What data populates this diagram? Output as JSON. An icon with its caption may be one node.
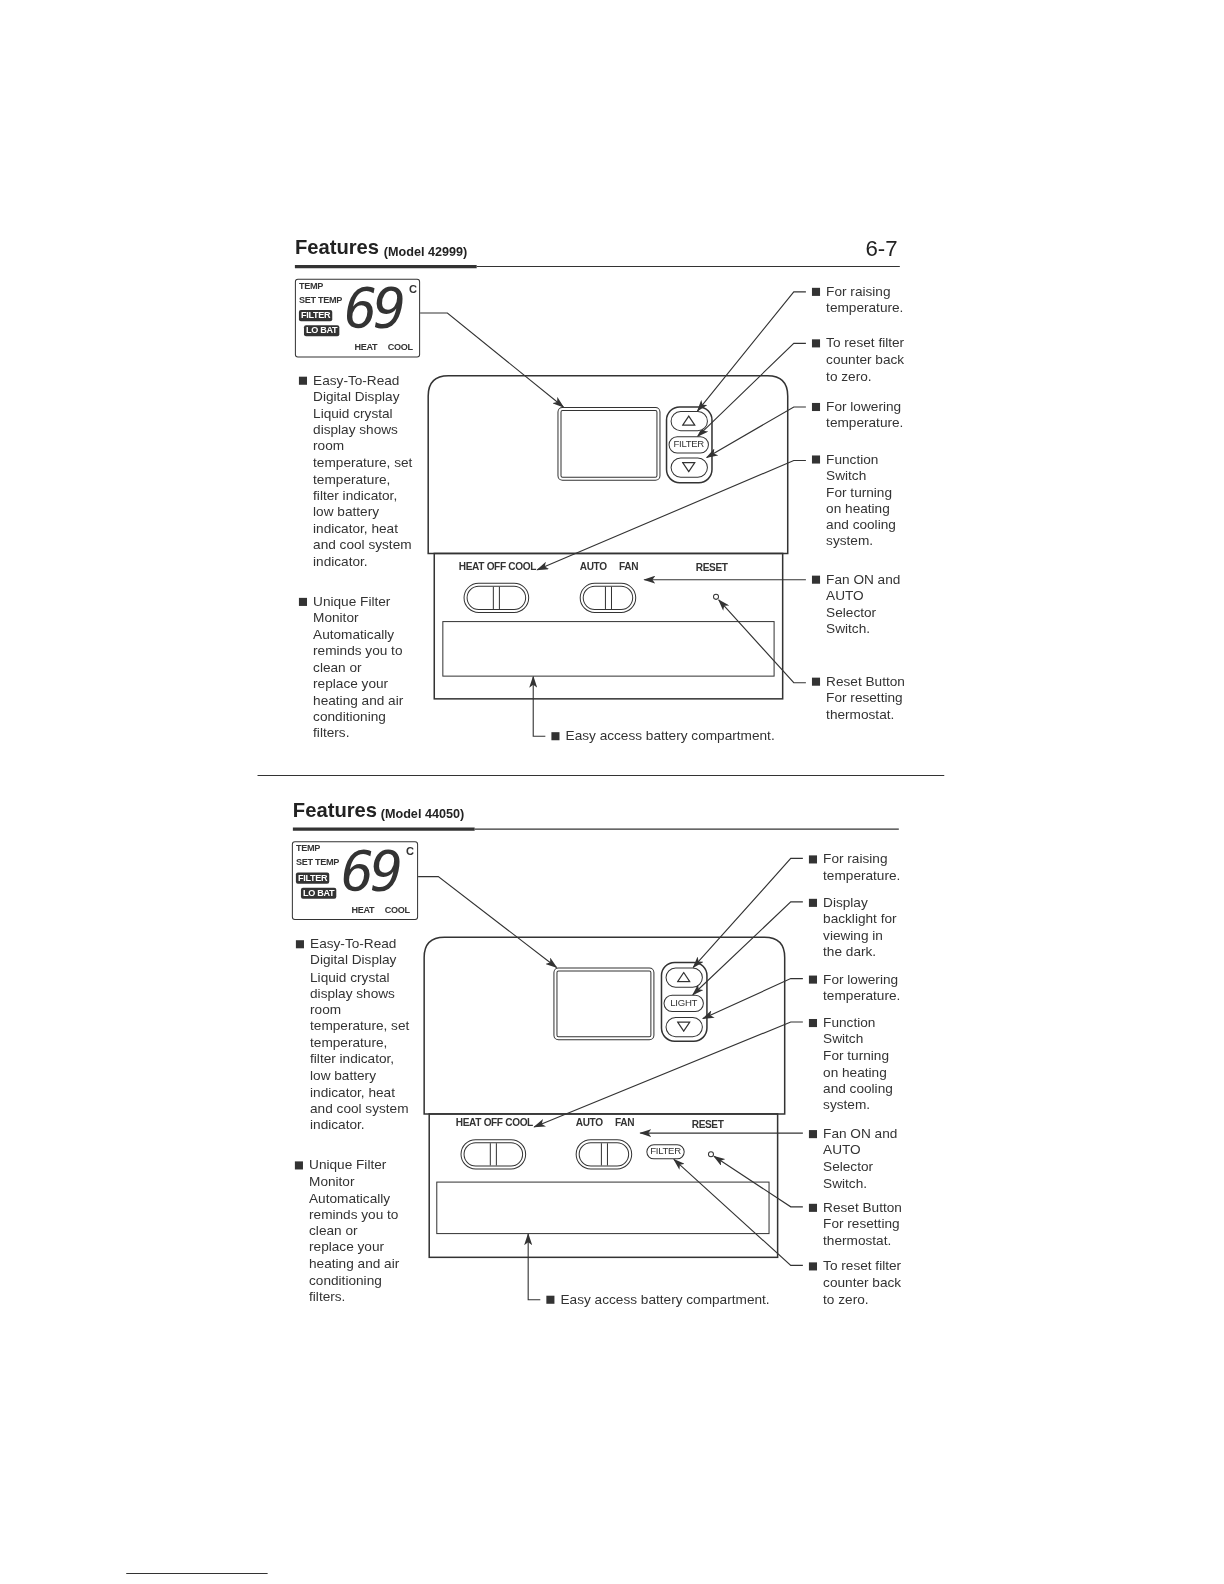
{
  "diagram": {
    "nodes": [
      {
        "text": [
          "TEMP",
          "SET TEMP",
          "FILTER",
          "LO BAT",
          "69",
          "C",
          "HEAT",
          "COOL"
        ]
      },
      {
        "text": [],
        "shape": "box"
      },
      {
        "text": [],
        "shape": "box"
      },
      {
        "text": [
          "FILTER"
        ]
      },
      {
        "text": [],
        "shape": "box"
      },
      {
        "text": [
          "HEAT",
          "OFF",
          "COOL"
        ]
      },
      {
        "text": [
          "AUTO",
          "FAN"
        ]
      },
      {
        "text": [],
        "shape": "circle"
      },
      {
        "text": [],
        "shape": "box"
      },
      {
        "text": [
          "For raising temperature."
        ]
      },
      {
        "text": [
          "To reset filter counter back to zero."
        ]
      },
      {
        "text": [
          "For lowering temperature."
        ]
      },
      {
        "text": [
          "Function Switch",
          "For turning on heating and cooling system."
        ]
      },
      {
        "text": [
          "Fan ON and AUTO Selector Switch."
        ]
      },
      {
        "text": [
          "Reset Button",
          "For resetting thermostat."
        ]
      },
      {
        "text": [
          "Easy access battery compartment."
        ]
      },
      {
        "text": [
          "TEMP",
          "SET TEMP",
          "FILTER",
          "LO BAT",
          "69",
          "C",
          "HEAT",
          "COOL"
        ]
      },
      {
        "text": [],
        "shape": "box"
      },
      {
        "text": [],
        "shape": "box"
      },
      {
        "text": [
          "LIGHT"
        ]
      },
      {
        "text": [],
        "shape": "box"
      },
      {
        "text": [
          "HEAT",
          "OFF",
          "COOL"
        ]
      },
      {
        "text": [
          "AUTO",
          "FAN"
        ]
      },
      {
        "text": [
          "FILTER"
        ]
      },
      {
        "text": [],
        "shape": "circle"
      },
      {
        "text": [],
        "shape": "box"
      },
      {
        "text": [
          "For raising temperature."
        ]
      },
      {
        "text": [
          "Display backlight for viewing in the dark."
        ]
      },
      {
        "text": [
          "For lowering temperature."
        ]
      },
      {
        "text": [
          "Function Switch",
          "For turning on heating and cooling system."
        ]
      },
      {
        "text": [
          "Fan ON and AUTO Selector Switch."
        ]
      },
      {
        "text": [
          "Reset Button",
          "For resetting thermostat."
        ]
      },
      {
        "text": [
          "To reset filter counter back to zero."
        ]
      },
      {
        "text": [
          "Easy access battery compartment."
        ]
      }
    ],
    "edges": [
      {
        "from": 0,
        "to": 1,
        "arrow": "to"
      },
      {
        "from": 9,
        "to": 2,
        "arrow": "to"
      },
      {
        "from": 10,
        "to": 3,
        "arrow": "to"
      },
      {
        "from": 11,
        "to": 4,
        "arrow": "to"
      },
      {
        "from": 12,
        "to": 5,
        "arrow": "to"
      },
      {
        "from": 13,
        "to": 6,
        "arrow": "to"
      },
      {
        "from": 14,
        "to": 7,
        "arrow": "to"
      },
      {
        "from": 15,
        "to": 8,
        "arrow": "to"
      },
      {
        "from": 16,
        "to": 17,
        "arrow": "to"
      },
      {
        "from": 26,
        "to": 18,
        "arrow": "to"
      },
      {
        "from": 27,
        "to": 19,
        "arrow": "to"
      },
      {
        "from": 28,
        "to": 20,
        "arrow": "to"
      },
      {
        "from": 29,
        "to": 21,
        "arrow": "to"
      },
      {
        "from": 30,
        "to": 22,
        "arrow": "to"
      },
      {
        "from": 31,
        "to": 24,
        "arrow": "to"
      },
      {
        "from": 32,
        "to": 23,
        "arrow": "to"
      },
      {
        "from": 33,
        "to": 25,
        "arrow": "to"
      }
    ],
    "labels": [
      "Features",
      "(Model 42999)",
      "6-7",
      "Easy-To-Read Digital Display Liquid crystal display shows room temperature, set temperature, filter indicator, low battery indicator, heat and cool system indicator.",
      "Unique Filter Monitor Automatically reminds you to clean or replace your heating and air conditioning filters.",
      "RESET",
      "Features",
      "(Model 44050)",
      "Easy-To-Read Digital Display Liquid crystal display shows room temperature, set temperature, filter indicator, low battery indicator, heat and cool system indicator.",
      "Unique Filter Monitor Automatically reminds you to clean or replace your heating and air conditioning filters.",
      "RESET"
    ]
  }
}
